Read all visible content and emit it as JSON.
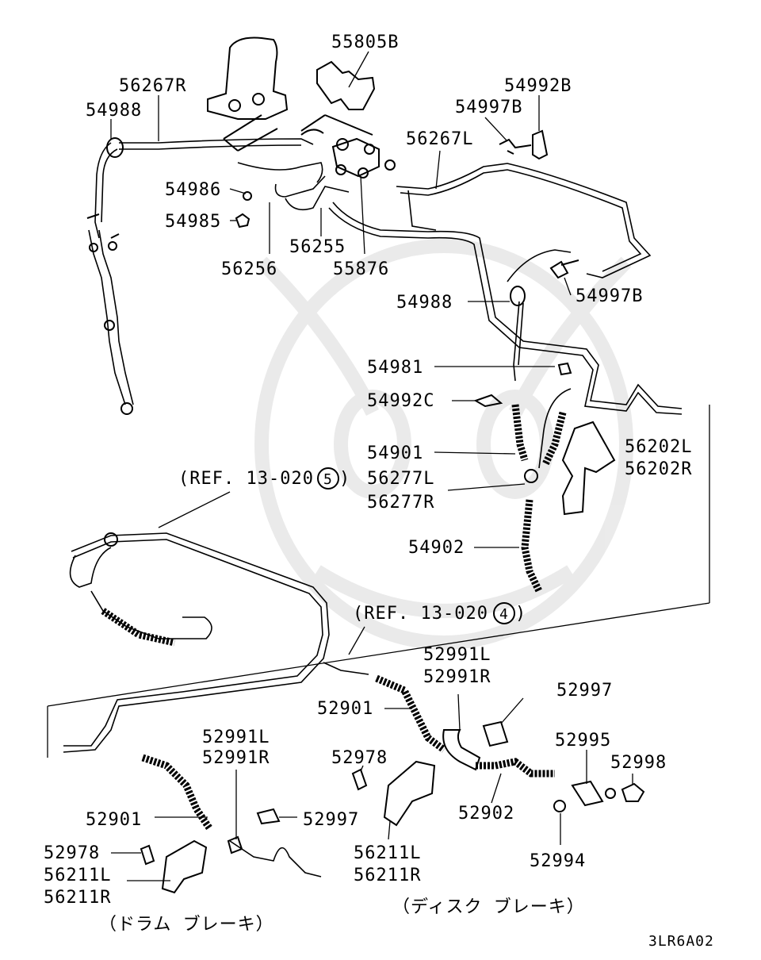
{
  "diagram": {
    "part_labels": {
      "p55805B": "55805B",
      "p56267R": "56267R",
      "p54988a": "54988",
      "p54992B": "54992B",
      "p54997Ba": "54997B",
      "p56267L": "56267L",
      "p54986": "54986",
      "p54985": "54985",
      "p56255": "56255",
      "p56256": "56256",
      "p55876": "55876",
      "p54997Bb": "54997B",
      "p54988b": "54988",
      "p54981": "54981",
      "p54992C": "54992C",
      "p54901": "54901",
      "p56277L": "56277L",
      "p56277R": "56277R",
      "p56202L": "56202L",
      "p56202R": "56202R",
      "p54902": "54902",
      "p52991La": "52991L",
      "p52991Ra": "52991R",
      "p52997a": "52997",
      "p52901a": "52901",
      "p52978a": "52978",
      "p52995": "52995",
      "p52998": "52998",
      "p52991Lb": "52991L",
      "p52991Rb": "52991R",
      "p52902": "52902",
      "p52901b": "52901",
      "p52997b": "52997",
      "p52994": "52994",
      "p52978b": "52978",
      "p56211La": "56211L",
      "p56211Ra": "56211R",
      "p56211Lb": "56211L",
      "p56211Rb": "56211R"
    },
    "references": {
      "ref5_text": "(REF. 13-020",
      "ref5_num": "5",
      "ref4_text": "(REF. 13-020",
      "ref4_num": "4",
      "close": ")"
    },
    "captions": {
      "drum": "（ドラム ブレーキ）",
      "disc": "（ディスク ブレーキ）"
    },
    "figure_code": "3LR6A02"
  }
}
